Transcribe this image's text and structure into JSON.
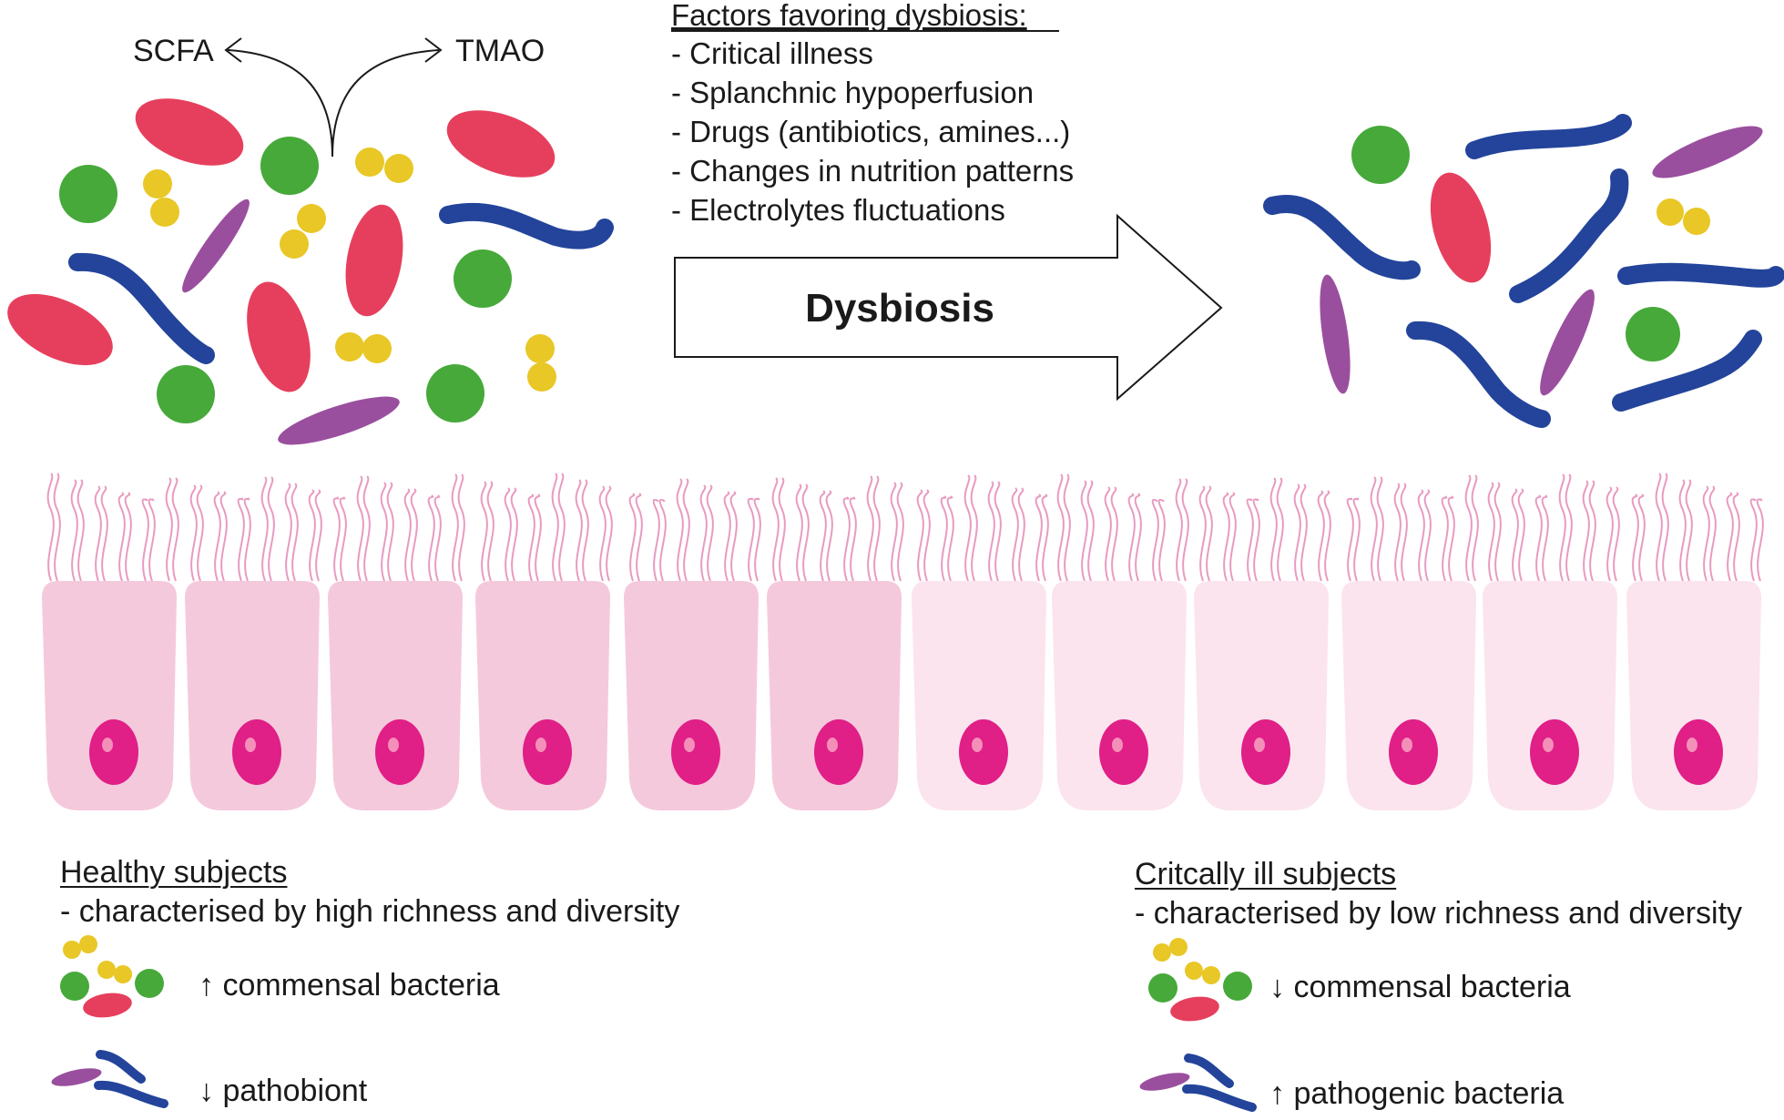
{
  "metabolites": {
    "left": "SCFA",
    "right": "TMAO"
  },
  "factors": {
    "heading": "Factors favoring dysbiosis:",
    "items": [
      "- Critical illness",
      "- Splanchnic hypoperfusion",
      "- Drugs (antibiotics, amines...)",
      "- Changes in nutrition patterns",
      "- Electrolytes fluctuations"
    ]
  },
  "arrow_label": "Dysbiosis",
  "healthy": {
    "heading": "Healthy subjects",
    "desc": "- characterised by high richness and diversity",
    "commensal": "↑ commensal bacteria",
    "pathobiont": "↓ pathobiont"
  },
  "critical": {
    "heading": "Critcally ill subjects",
    "desc": "- characterised by low richness and diversity",
    "commensal": "↓ commensal bacteria",
    "pathogenic": "↑ pathogenic bacteria"
  },
  "colors": {
    "red_bacteria": "#e63f5d",
    "green_bacteria": "#46a93a",
    "yellow_bacteria": "#e8c726",
    "purple_bacteria": "#9a4f9e",
    "blue_bacteria": "#23449a",
    "cell_dark": "#f5c9dc",
    "cell_light": "#fbe4ee",
    "nucleus": "#e01f87",
    "microvilli": "#e99ac0"
  },
  "icons": [
    "arrow-curved-left-icon",
    "arrow-curved-right-icon",
    "dysbiosis-arrow-icon"
  ]
}
